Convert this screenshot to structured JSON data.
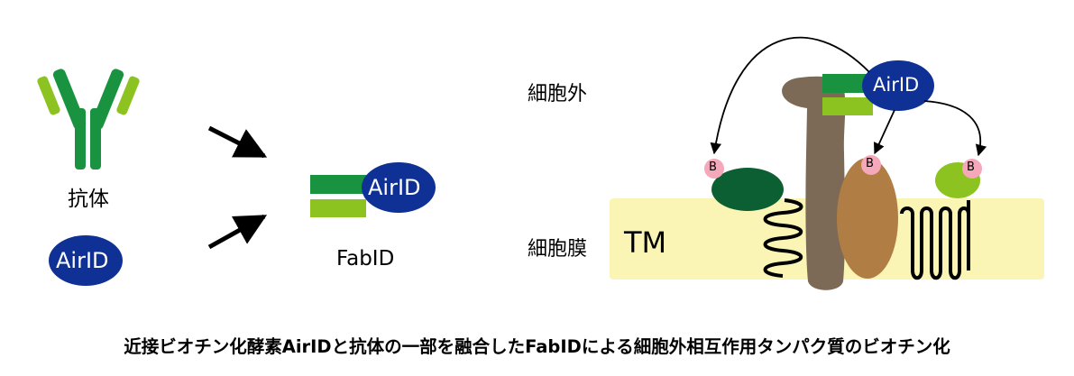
{
  "labels": {
    "antibody": "抗体",
    "airid": "AirID",
    "fabid": "FabID",
    "fabid_airid": "AirID",
    "extracellular": "細胞外",
    "membrane": "細胞膜",
    "tm": "TM",
    "biotin": "B",
    "caption": "近接ビオチン化酵素AirIDと抗体の一部を融合したFabIDによる細胞外相互作用タンパク質のビオチン化"
  },
  "colors": {
    "dark_green": "#1a9340",
    "light_green": "#8cc321",
    "navy": "#0f3195",
    "membrane": "#fbf5b5",
    "receptor_brown": "#7c6a56",
    "oval_brown": "#b07e45",
    "protein_dark_green": "#0b5f32",
    "protein_light_green": "#8cc321",
    "biotin_pink": "#f4a8b9"
  }
}
